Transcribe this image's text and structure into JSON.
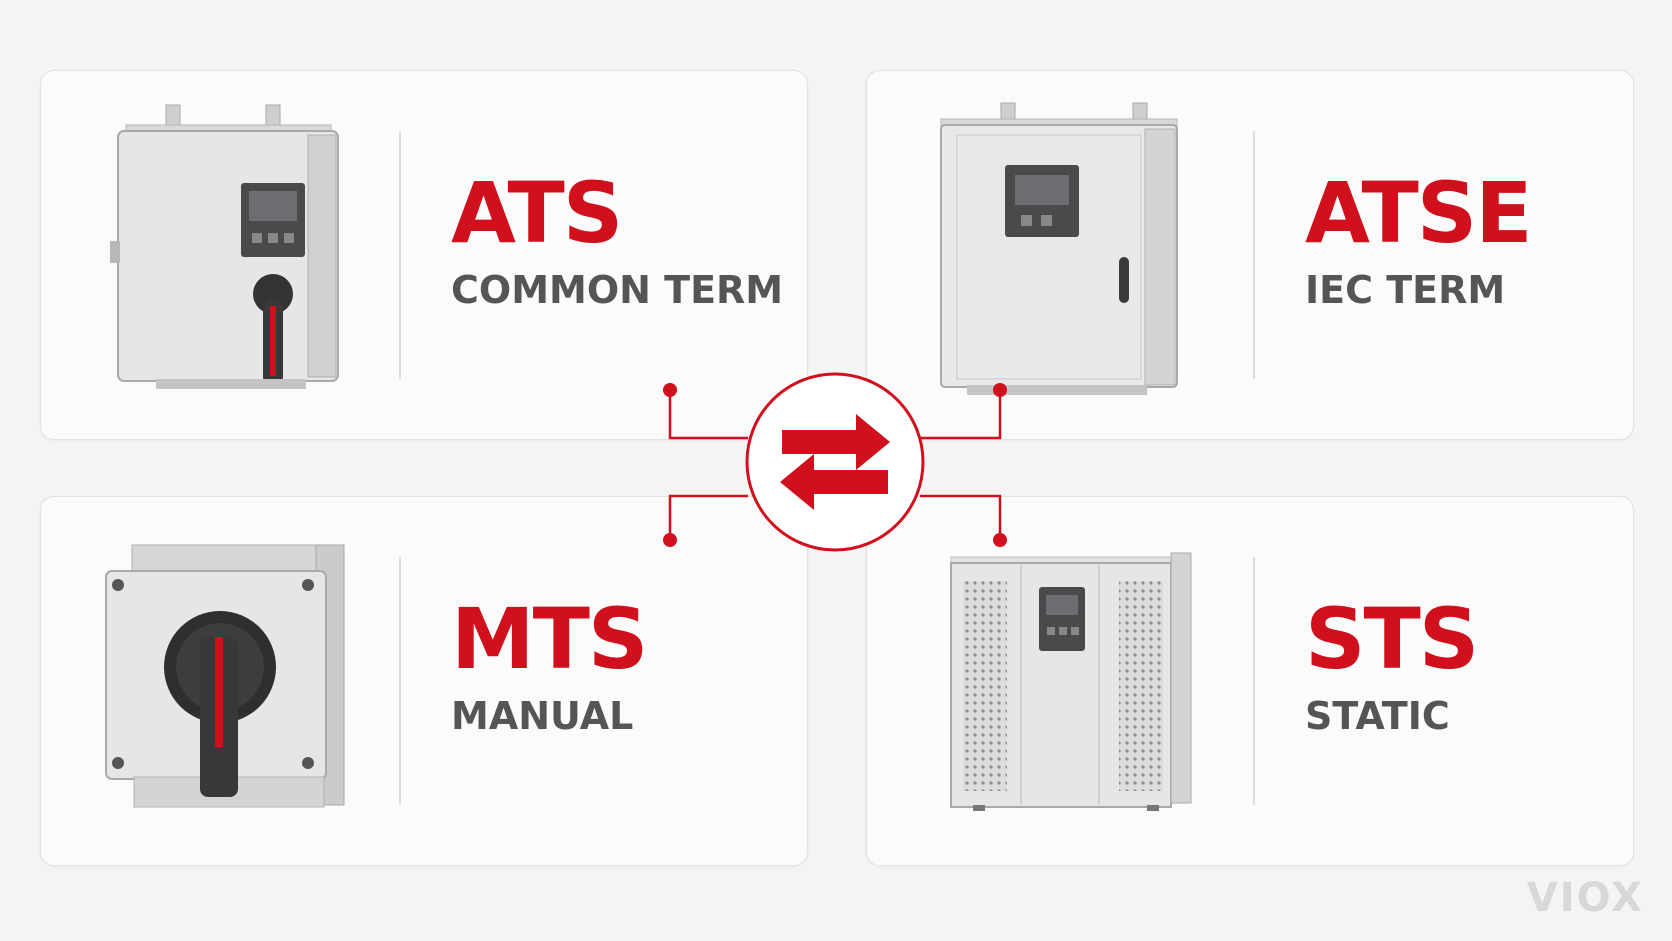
{
  "panels": [
    {
      "code": "ATS",
      "sub": "COMMON TERM",
      "device": "wall-mount-ats-enclosure"
    },
    {
      "code": "ATSE",
      "sub": "IEC TERM",
      "device": "wall-mount-atse-cabinet"
    },
    {
      "code": "MTS",
      "sub": "MANUAL",
      "device": "manual-rotary-switch"
    },
    {
      "code": "STS",
      "sub": "STATIC",
      "device": "floor-standing-sts-cabinet"
    }
  ],
  "center_icon": "transfer-arrows-icon",
  "brand": "VIOX",
  "colors": {
    "accent": "#d0111d",
    "text": "#555557",
    "card": "#fbfbfb",
    "background": "#f4f4f4"
  }
}
